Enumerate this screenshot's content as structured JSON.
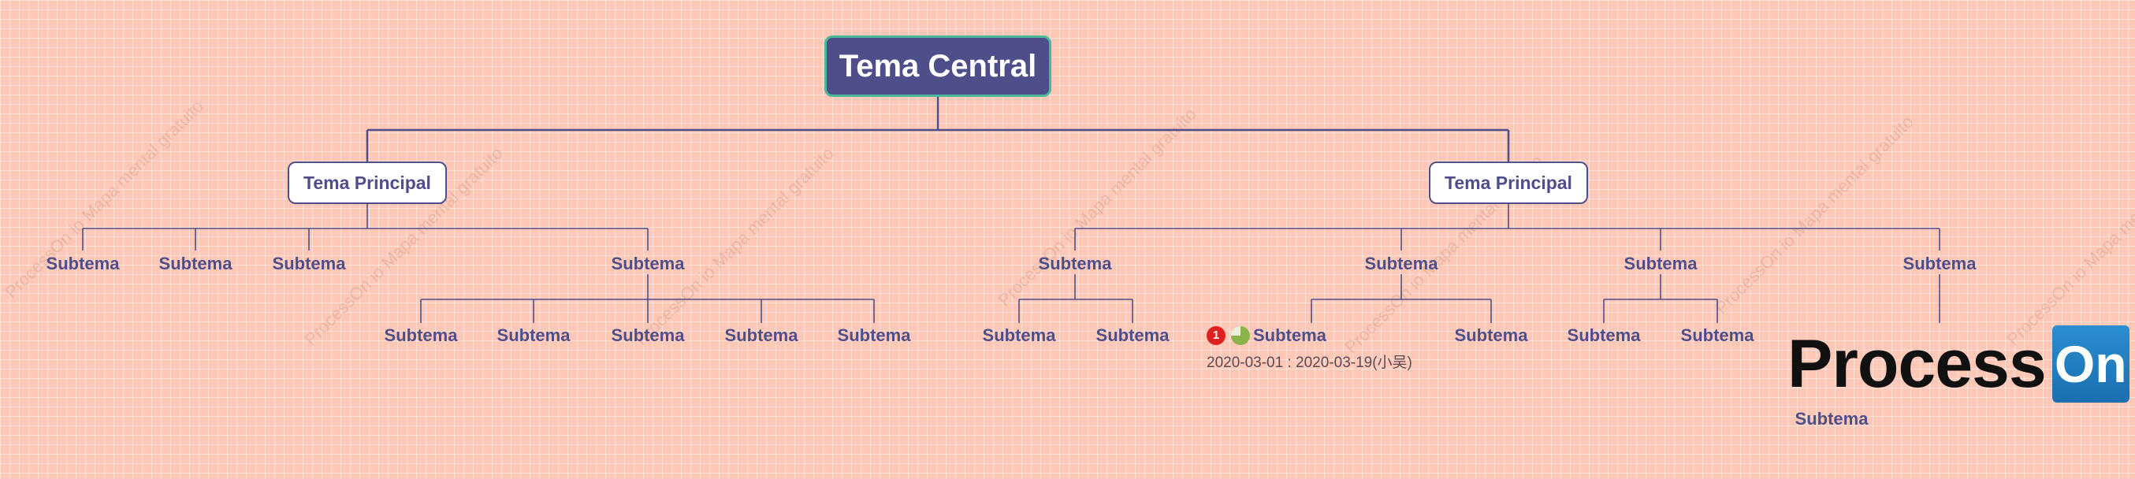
{
  "diagram": {
    "central": "Tema Central",
    "main_left": "Tema Principal",
    "main_right": "Tema Principal",
    "left_level2": [
      "Subtema",
      "Subtema",
      "Subtema",
      "Subtema"
    ],
    "left_level3": [
      "Subtema",
      "Subtema",
      "Subtema",
      "Subtema",
      "Subtema"
    ],
    "right_level2": [
      "Subtema",
      "Subtema",
      "Subtema",
      "Subtema"
    ],
    "right_level3": [
      "Subtema",
      "Subtema",
      "Subtema",
      "Subtema",
      "Subtema",
      "Subtema"
    ],
    "task_badge": "1",
    "task_dates": "2020-03-01 : 2020-03-19(小吴)",
    "logo_node_label": "Subtema"
  },
  "logo": {
    "text": "Process",
    "box": "On"
  },
  "watermark": "ProcessOn io Mapa mental gratuito",
  "colors": {
    "background": "#ffc7b5",
    "central_fill": "#4e4e8a",
    "central_border": "#4bb89a",
    "line": "#4e4e8a",
    "text": "#4e4e8a",
    "badge": "#e02020",
    "progress": "#8ab44b",
    "logo_blue": "#1a6fb0"
  }
}
